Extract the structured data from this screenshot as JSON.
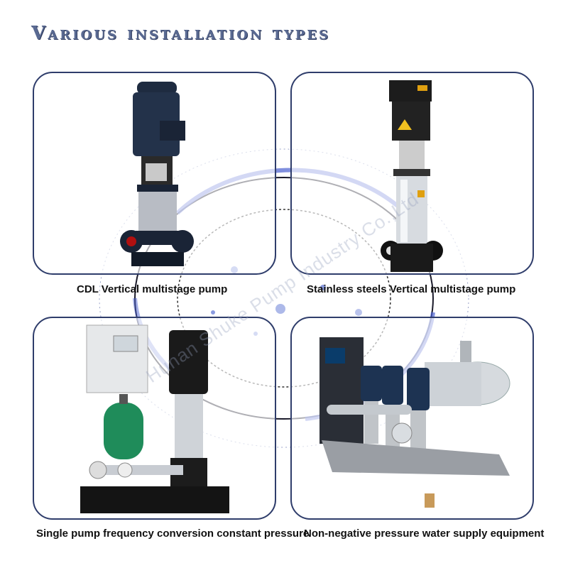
{
  "title": "Various installation types",
  "watermark": "Hunan Shuke Pump Industry Co.,Ltd",
  "products": [
    {
      "label": "CDL Vertical multistage pump"
    },
    {
      "label": "Stainless steels Vertical multistage pump"
    },
    {
      "label": "Single pump frequency conversion constant pressure"
    },
    {
      "label": "Non-negative pressure water supply equipment"
    }
  ],
  "colors": {
    "accent": "#2f3d6b",
    "title": "#5a6a92",
    "ring": "#4a5fd0"
  }
}
